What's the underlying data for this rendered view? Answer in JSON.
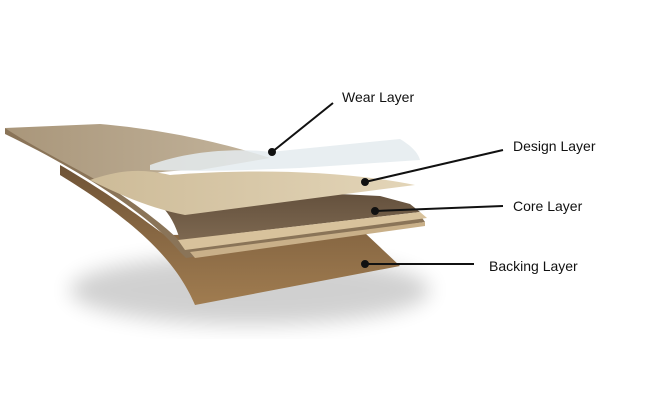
{
  "labels": {
    "wear": "Wear Layer",
    "design": "Design Layer",
    "core": "Core Layer",
    "backing": "Backing Layer"
  },
  "colors": {
    "plank_top": "#b9a88c",
    "wear_layer": "#e4ebef",
    "design_layer": "#d9c9a9",
    "core_layer": "#6e5a44",
    "core_edge": "#d6bf98",
    "backing_layer": "#8d6c45",
    "leader_line": "#111111"
  }
}
